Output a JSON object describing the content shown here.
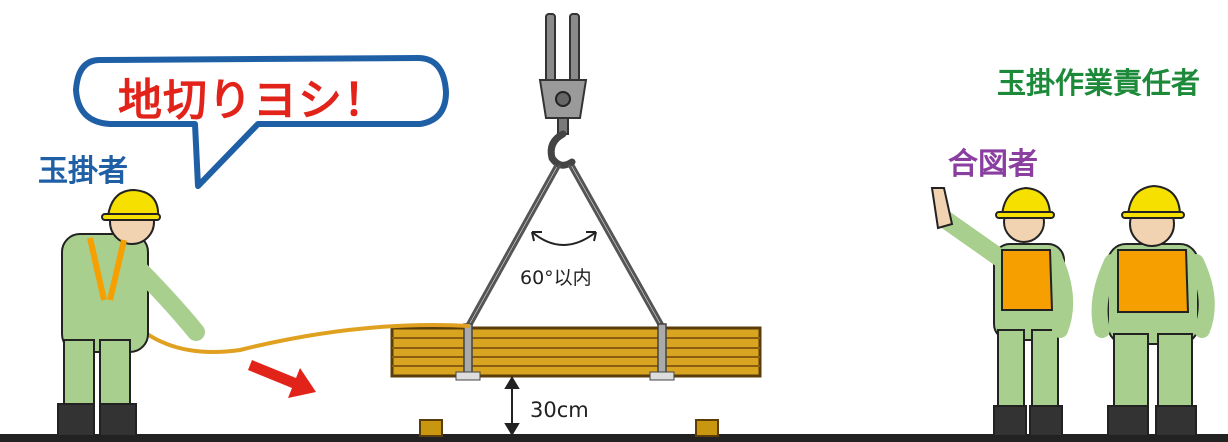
{
  "speech_bubble": {
    "text": "地切りヨシ！",
    "color": "#e2231a",
    "border_color": "#1f5fa6"
  },
  "labels": {
    "tamakake_worker": "玉掛者",
    "signal_person": "合図者",
    "tamakake_leader": "玉掛作業責任者",
    "sling_angle": "60°以内",
    "lift_height": "30cm"
  },
  "colors": {
    "worker_suit": "#a8cf8e",
    "helmet": "#f5e000",
    "vest": "#f5a000",
    "lumber": "#d9a520",
    "arrow": "#e2231a"
  }
}
